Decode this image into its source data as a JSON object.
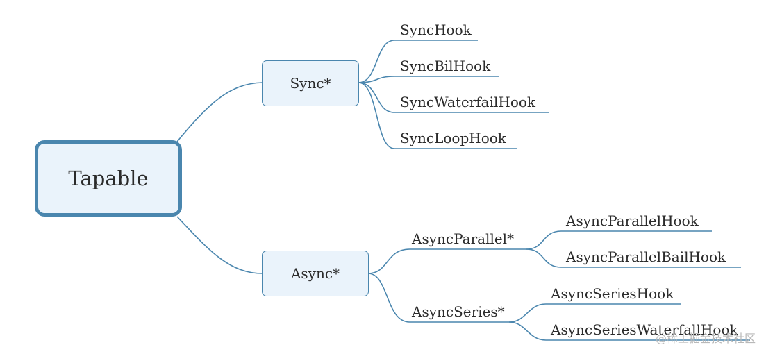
{
  "root": "Tapable",
  "sync": {
    "label": "Sync*",
    "hooks": [
      "SyncHook",
      "SyncBilHook",
      "SyncWaterfailHook",
      "SyncLoopHook"
    ]
  },
  "async": {
    "label": "Async*",
    "parallel": {
      "label": "AsyncParallel*",
      "hooks": [
        "AsyncParallelHook",
        "AsyncParallelBailHook"
      ]
    },
    "series": {
      "label": "AsyncSeries*",
      "hooks": [
        "AsyncSeriesHook",
        "AsyncSeriesWaterfallHook"
      ]
    }
  },
  "watermark": "@稀土掘金技术社区",
  "colors": {
    "line": "#4a86ae",
    "fill": "#eaf3fb"
  }
}
